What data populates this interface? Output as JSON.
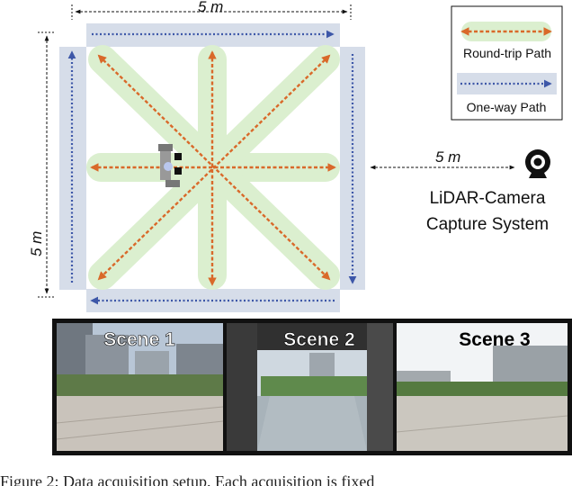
{
  "dimensions": {
    "top": "5 m",
    "left": "5 m",
    "distance": "5 m"
  },
  "legend": {
    "round_trip": "Round-trip Path",
    "one_way": "One-way Path"
  },
  "system": {
    "line1": "LiDAR-Camera",
    "line2": "Capture System",
    "icon": "webcam-icon"
  },
  "scenes": [
    {
      "label": "Scene 1"
    },
    {
      "label": "Scene 2"
    },
    {
      "label": "Scene 3"
    }
  ],
  "caption": "Figure 2: Data acquisition setup. Each acquisition is fixed",
  "colors": {
    "round_trip_band": "#dbefcf",
    "round_trip_arrow": "#d9692a",
    "one_way_band": "#d6dde9",
    "one_way_arrow": "#3d57a8"
  }
}
